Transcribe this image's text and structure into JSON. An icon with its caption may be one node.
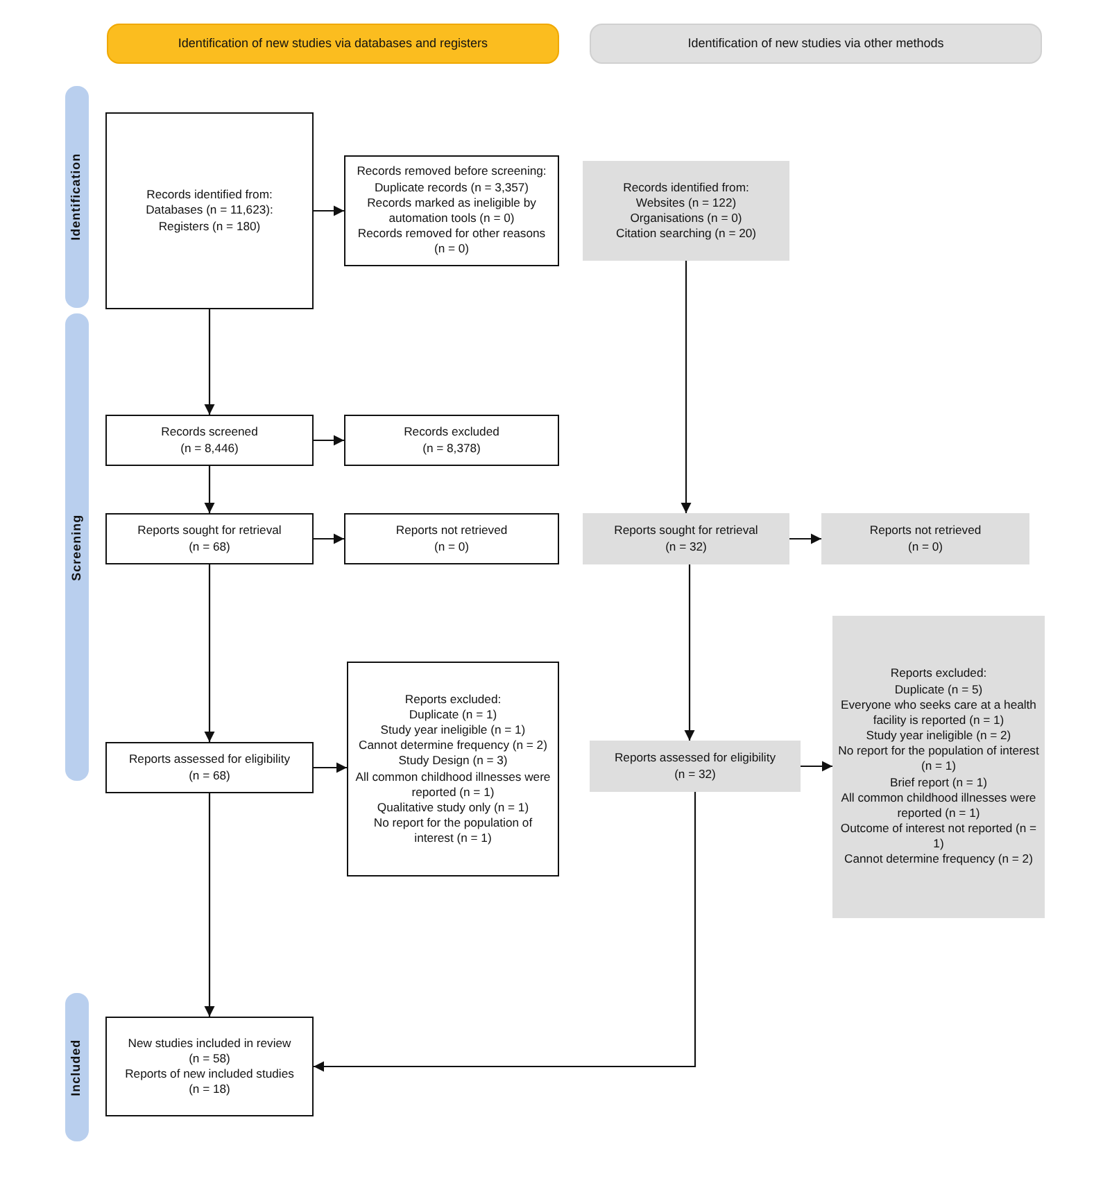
{
  "diagram": {
    "nodes": [
      {
        "text": [
          "Identification of new studies via databases and registers"
        ]
      },
      {
        "text": [
          "Identification of new studies via other methods"
        ]
      },
      {
        "text": [
          "Identification"
        ]
      },
      {
        "text": [
          "Screening"
        ]
      },
      {
        "text": [
          "Included"
        ]
      },
      {
        "text": [
          "Records identified from:",
          "Databases (n = 11,623):",
          "Registers (n = 180)"
        ]
      },
      {
        "text": [
          "Records removed before screening:",
          "Duplicate records (n = 3,357)",
          "Records marked as ineligible by automation tools (n = 0)",
          "Records removed for other reasons (n = 0)"
        ]
      },
      {
        "text": [
          "Records identified from:",
          "Websites (n = 122)",
          "Organisations (n = 0)",
          "Citation searching (n = 20)"
        ]
      },
      {
        "text": [
          "Records screened",
          "(n = 8,446)"
        ]
      },
      {
        "text": [
          "Records excluded",
          "(n = 8,378)"
        ]
      },
      {
        "text": [
          "Reports sought for retrieval",
          "(n = 68)"
        ]
      },
      {
        "text": [
          "Reports not retrieved",
          "(n = 0)"
        ]
      },
      {
        "text": [
          "Reports sought for retrieval",
          "(n = 32)"
        ]
      },
      {
        "text": [
          "Reports not retrieved",
          "(n = 0)"
        ]
      },
      {
        "text": [
          "Reports excluded:",
          "Duplicate (n = 1)",
          "Study year ineligible (n = 1)",
          "Cannot determine frequency (n = 2)",
          "Study Design (n = 3)",
          "All common childhood illnesses were reported (n = 1)",
          "Qualitative study only (n = 1)",
          "No report for the population of interest (n = 1)"
        ]
      },
      {
        "text": [
          "Reports assessed for eligibility",
          "(n = 68)"
        ]
      },
      {
        "text": [
          "Reports assessed for eligibility",
          "(n = 32)"
        ]
      },
      {
        "text": [
          "Reports excluded:",
          "Duplicate (n = 5)",
          "Everyone who seeks care at a health facility is reported (n = 1)",
          "Study year ineligible (n = 2)",
          "No report for the population of interest (n = 1)",
          "Brief report (n = 1)",
          "All common childhood illnesses were reported (n = 1)",
          "Outcome of interest not reported (n = 1)",
          "Cannot determine frequency (n = 2)"
        ]
      },
      {
        "text": [
          "New studies included in review",
          "(n = 58)",
          "Reports of new included studies",
          "(n = 18)"
        ]
      }
    ],
    "edges": [
      {
        "from": 5,
        "to": 6,
        "arrow": "to"
      },
      {
        "from": 5,
        "to": 8,
        "arrow": "to"
      },
      {
        "from": 8,
        "to": 9,
        "arrow": "to"
      },
      {
        "from": 8,
        "to": 10,
        "arrow": "to"
      },
      {
        "from": 10,
        "to": 11,
        "arrow": "to"
      },
      {
        "from": 10,
        "to": 15,
        "arrow": "to"
      },
      {
        "from": 15,
        "to": 14,
        "arrow": "to"
      },
      {
        "from": 15,
        "to": 18,
        "arrow": "to"
      },
      {
        "from": 7,
        "to": 12,
        "arrow": "to"
      },
      {
        "from": 12,
        "to": 13,
        "arrow": "to"
      },
      {
        "from": 12,
        "to": 16,
        "arrow": "to"
      },
      {
        "from": 16,
        "to": 17,
        "arrow": "to"
      },
      {
        "from": 16,
        "to": 18,
        "arrow": "to"
      }
    ]
  }
}
